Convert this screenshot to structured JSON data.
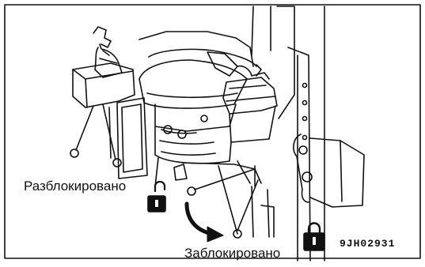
{
  "figure": {
    "labels": {
      "unlocked": "Разблокировано",
      "locked": "Заблокировано",
      "code": "9JH02931"
    },
    "icons": {
      "unlocked": "unlocked-padlock-icon",
      "locked": "locked-padlock-icon",
      "arrow": "curved-arrow-icon"
    },
    "colors": {
      "ink": "#111111",
      "background": "#ffffff"
    }
  }
}
